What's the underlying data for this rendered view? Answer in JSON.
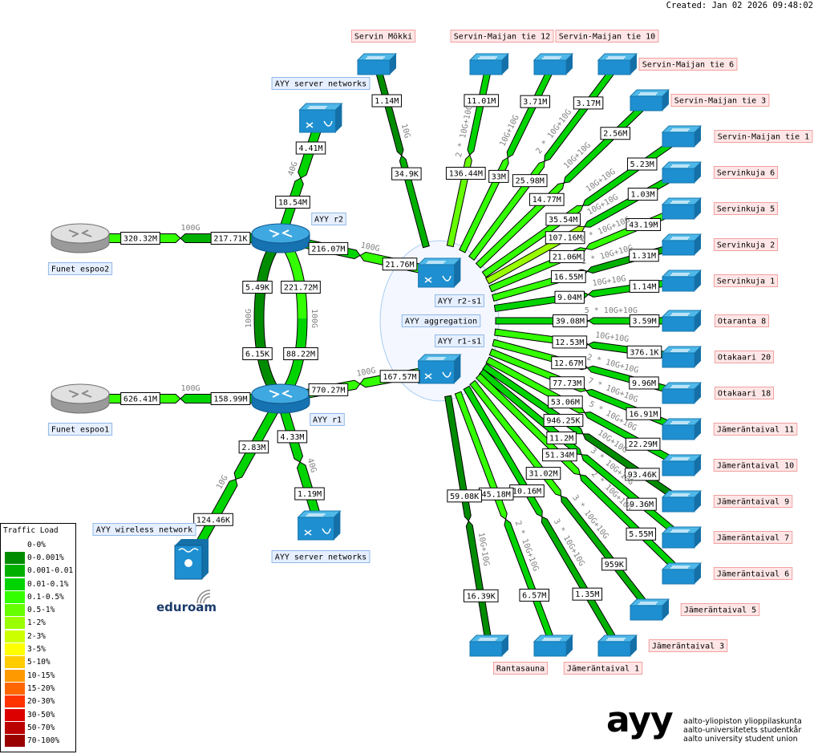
{
  "created": "Created: Jan 02 2026 09:48:02",
  "legend": {
    "title": "Traffic Load",
    "items": [
      {
        "label": "0-0%",
        "color": "#ffffff"
      },
      {
        "label": "0-0.001%",
        "color": "#008c00"
      },
      {
        "label": "0.001-0.01",
        "color": "#00b000"
      },
      {
        "label": "0.01-0.1%",
        "color": "#00d400"
      },
      {
        "label": "0.1-0.5%",
        "color": "#33ff00"
      },
      {
        "label": "0.5-1%",
        "color": "#66ff00"
      },
      {
        "label": "1-2%",
        "color": "#99ff00"
      },
      {
        "label": "2-3%",
        "color": "#ccff00"
      },
      {
        "label": "3-5%",
        "color": "#ffff00"
      },
      {
        "label": "5-10%",
        "color": "#ffcc00"
      },
      {
        "label": "10-15%",
        "color": "#ff9900"
      },
      {
        "label": "15-20%",
        "color": "#ff6600"
      },
      {
        "label": "20-30%",
        "color": "#ff3300"
      },
      {
        "label": "30-50%",
        "color": "#dd0000"
      },
      {
        "label": "50-70%",
        "color": "#bb0000"
      },
      {
        "label": "70-100%",
        "color": "#990000"
      }
    ]
  },
  "logo": {
    "text": "ayy",
    "lines": [
      "aalto-yliopiston ylioppilaskunta",
      "aalto-universitetets studentkår",
      "aalto university student union"
    ]
  },
  "eduroam": "eduroam",
  "nodes": [
    {
      "id": "aggregation",
      "label": "AYY aggregation",
      "type": "cloud"
    },
    {
      "id": "r2s1",
      "label": "AYY r2-s1",
      "type": "switch-core"
    },
    {
      "id": "r1s1",
      "label": "AYY r1-s1",
      "type": "switch-core"
    },
    {
      "id": "r2",
      "label": "AYY r2",
      "type": "router"
    },
    {
      "id": "r1",
      "label": "AYY r1",
      "type": "router"
    },
    {
      "id": "funet2",
      "label": "Funet espoo2",
      "type": "router-grey"
    },
    {
      "id": "funet1",
      "label": "Funet espoo1",
      "type": "router-grey"
    },
    {
      "id": "srvtop",
      "label": "AYY server networks",
      "type": "switch-core"
    },
    {
      "id": "srvbot",
      "label": "AYY server networks",
      "type": "switch-core"
    },
    {
      "id": "wifi",
      "label": "AYY wireless network",
      "type": "wireless"
    },
    {
      "id": "mokki",
      "label": "Servin Mökki",
      "type": "switch"
    },
    {
      "id": "sm12",
      "label": "Servin-Maijan tie 12",
      "type": "switch"
    },
    {
      "id": "sm10",
      "label": "Servin-Maijan tie 10",
      "type": "switch"
    },
    {
      "id": "sm6",
      "label": "Servin-Maijan tie 6",
      "type": "switch"
    },
    {
      "id": "sm3",
      "label": "Servin-Maijan tie 3",
      "type": "switch"
    },
    {
      "id": "sm1",
      "label": "Servin-Maijan tie 1",
      "type": "switch"
    },
    {
      "id": "sk6",
      "label": "Servinkuja 6",
      "type": "switch"
    },
    {
      "id": "sk5",
      "label": "Servinkuja 5",
      "type": "switch"
    },
    {
      "id": "sk2",
      "label": "Servinkuja 2",
      "type": "switch"
    },
    {
      "id": "sk1",
      "label": "Servinkuja 1",
      "type": "switch"
    },
    {
      "id": "ot8",
      "label": "Otaranta 8",
      "type": "switch"
    },
    {
      "id": "ok20",
      "label": "Otakaari 20",
      "type": "switch"
    },
    {
      "id": "ok18",
      "label": "Otakaari 18",
      "type": "switch"
    },
    {
      "id": "jt11",
      "label": "Jämeräntaival 11",
      "type": "switch"
    },
    {
      "id": "jt10",
      "label": "Jämeräntaival 10",
      "type": "switch"
    },
    {
      "id": "jt9",
      "label": "Jämeräntaival 9",
      "type": "switch"
    },
    {
      "id": "jt7",
      "label": "Jämeräntaival 7",
      "type": "switch"
    },
    {
      "id": "jt6",
      "label": "Jämeräntaival 6",
      "type": "switch"
    },
    {
      "id": "jt5",
      "label": "Jämeräntaival 5",
      "type": "switch"
    },
    {
      "id": "jt3",
      "label": "Jämeräntaival 3",
      "type": "switch"
    },
    {
      "id": "jt1",
      "label": "Jämeräntaival 1",
      "type": "switch"
    },
    {
      "id": "ranta",
      "label": "Rantasauna",
      "type": "switch"
    }
  ],
  "links": [
    {
      "from": "funet2",
      "to": "r2",
      "a": "320.32M",
      "b": "217.71K",
      "bw": "100G",
      "load": [
        4,
        2
      ]
    },
    {
      "from": "funet1",
      "to": "r1",
      "a": "626.41M",
      "b": "158.99M",
      "bw": "100G",
      "load": [
        4,
        3
      ]
    },
    {
      "from": "r2",
      "to": "r2s1",
      "a": "216.07M",
      "b": "21.76M",
      "bw": "100G",
      "load": [
        3,
        4
      ]
    },
    {
      "from": "r1",
      "to": "r1s1",
      "a": "770.27M",
      "b": "167.57M",
      "bw": "100G",
      "load": [
        4,
        4
      ]
    },
    {
      "from": "r2",
      "to": "srvtop",
      "a": "18.54M",
      "b": "4.41M",
      "bw": "40G",
      "load": [
        3,
        3
      ]
    },
    {
      "from": "r2",
      "to": "r1",
      "a": "5.49K",
      "b": "6.15K",
      "bw": "100G",
      "load": [
        1,
        1
      ],
      "side": "left"
    },
    {
      "from": "r2",
      "to": "r1",
      "a": "221.72M",
      "b": "88.22M",
      "bw": "100G",
      "load": [
        4,
        3
      ],
      "side": "right"
    },
    {
      "from": "r1",
      "to": "wifi",
      "a": "2.83M",
      "b": "124.46K",
      "bw": "10G",
      "load": [
        3,
        3
      ]
    },
    {
      "from": "r1",
      "to": "srvbot",
      "a": "4.33M",
      "b": "1.19M",
      "bw": "40G",
      "load": [
        3,
        3
      ]
    },
    {
      "from": "aggregation",
      "to": "mokki",
      "a": "34.9K",
      "b": "1.14M",
      "bw": "10G",
      "load": [
        2,
        1
      ]
    },
    {
      "from": "aggregation",
      "to": "sm12",
      "a": "136.44M",
      "b": "11.01M",
      "bw": "2 * 10G+10G",
      "load": [
        5,
        3
      ]
    },
    {
      "from": "aggregation",
      "to": "sm10",
      "a": "33M",
      "b": "3.71M",
      "bw": "10G+10G",
      "load": [
        4,
        3
      ]
    },
    {
      "from": "aggregation",
      "to": "sm6",
      "a": "25.98M",
      "b": "3.17M",
      "bw": "2 * 10G+10G",
      "load": [
        4,
        3
      ]
    },
    {
      "from": "aggregation",
      "to": "sm3",
      "a": "14.77M",
      "b": "2.56M",
      "bw": "10G+10G",
      "load": [
        4,
        3
      ]
    },
    {
      "from": "aggregation",
      "to": "sm1",
      "a": "35.54M",
      "b": "5.23M",
      "bw": "10G+10G",
      "load": [
        4,
        3
      ]
    },
    {
      "from": "aggregation",
      "to": "sk6",
      "a": "107.16M",
      "b": "1.03M",
      "bw": "10G+10G",
      "load": [
        6,
        3
      ]
    },
    {
      "from": "aggregation",
      "to": "sk5",
      "a": "21.06M",
      "b": "43.19M",
      "bw": "2 * 10G+10G",
      "load": [
        4,
        4
      ]
    },
    {
      "from": "aggregation",
      "to": "sk2",
      "a": "16.55M",
      "b": "1.31M",
      "bw": "2 * 10G+10G",
      "load": [
        4,
        2
      ]
    },
    {
      "from": "aggregation",
      "to": "sk1",
      "a": "9.04M",
      "b": "1.14M",
      "bw": "10G+10G",
      "load": [
        3,
        3
      ]
    },
    {
      "from": "aggregation",
      "to": "ot8",
      "a": "39.08M",
      "b": "3.59M",
      "bw": "5 * 10G+10G",
      "load": [
        3,
        3
      ]
    },
    {
      "from": "aggregation",
      "to": "ok20",
      "a": "12.53M",
      "b": "376.1K",
      "bw": "10G+10G",
      "load": [
        4,
        3
      ]
    },
    {
      "from": "aggregation",
      "to": "ok18",
      "a": "12.67M",
      "b": "9.96M",
      "bw": "2 * 10G+10G",
      "load": [
        4,
        3
      ]
    },
    {
      "from": "aggregation",
      "to": "jt11",
      "a": "77.73M",
      "b": "16.91M",
      "bw": "7 * 10G+10G",
      "load": [
        4,
        3
      ]
    },
    {
      "from": "aggregation",
      "to": "jt10",
      "a": "53.06M",
      "b": "22.29M",
      "bw": "5 * 10G+10G",
      "load": [
        4,
        3
      ]
    },
    {
      "from": "aggregation",
      "to": "jt9",
      "a": "946.25K",
      "b": "93.46K",
      "bw": "10G+10G",
      "load": [
        3,
        1
      ]
    },
    {
      "from": "aggregation",
      "to": "jt7",
      "a": "11.2M",
      "b": "9.36M",
      "bw": "3 * 10G+10G",
      "load": [
        3,
        3
      ]
    },
    {
      "from": "aggregation",
      "to": "jt6",
      "a": "51.34M",
      "b": "5.55M",
      "bw": "2 * 10G+10G",
      "load": [
        4,
        3
      ]
    },
    {
      "from": "aggregation",
      "to": "jt5",
      "a": "31.02M",
      "b": "959K",
      "bw": "3 * 10G+10G",
      "load": [
        4,
        2
      ]
    },
    {
      "from": "aggregation",
      "to": "jt3",
      "a": "10.16M",
      "b": "1.35M",
      "bw": "3 * 10G+10G",
      "load": [
        3,
        2
      ]
    },
    {
      "from": "aggregation",
      "to": "jt1",
      "a": "45.18M",
      "b": "6.57M",
      "bw": "2 * 10G+10G",
      "load": [
        4,
        3
      ]
    },
    {
      "from": "aggregation",
      "to": "ranta",
      "a": "59.08K",
      "b": "16.39K",
      "bw": "10G+10G",
      "load": [
        1,
        1
      ]
    }
  ]
}
